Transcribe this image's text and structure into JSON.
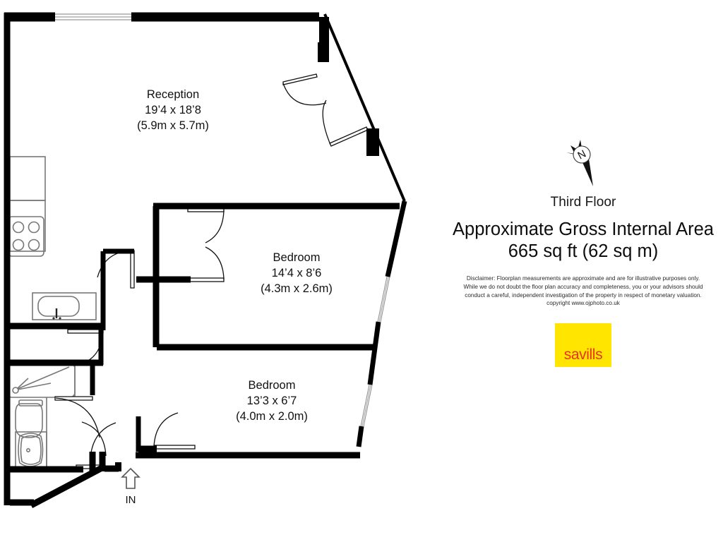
{
  "document": {
    "type": "floor-plan",
    "background_color": "#ffffff",
    "wall_color": "#000000"
  },
  "info_panel": {
    "compass_label": "N",
    "compass_icon": "compass-north-icon",
    "floor_label": "Third Floor",
    "area_title": "Approximate Gross Internal Area",
    "area_value": "665 sq ft (62 sq m)",
    "disclaimer": [
      "Disclaimer: Floorplan measurements are approximate and are for illustrative purposes only.",
      "While we do not doubt the floor plan accuracy and completeness, you or your advisors should",
      "conduct a careful, independent investigation of the property in respect of monetary valuation.",
      "copyright www.ojphoto.co.uk"
    ],
    "logo": {
      "text": "savills",
      "background_color": "#ffe500",
      "text_color": "#e8332a"
    }
  },
  "rooms": [
    {
      "id": "reception",
      "name": "Reception",
      "imperial": "19’4 x 18’8",
      "metric": "(5.9m x 5.7m)"
    },
    {
      "id": "bedroom-1",
      "name": "Bedroom",
      "imperial": "14’4 x 8’6",
      "metric": "(4.3m x 2.6m)"
    },
    {
      "id": "bedroom-2",
      "name": "Bedroom",
      "imperial": "13’3 x 6’7",
      "metric": "(4.0m x 2.0m)"
    }
  ],
  "entrance": {
    "label": "IN",
    "icon": "up-arrow-icon"
  },
  "fixtures": [
    {
      "id": "kitchen-units",
      "name": "kitchen-counter-units"
    },
    {
      "id": "hob",
      "name": "cooker-hob-four-rings"
    },
    {
      "id": "bath",
      "name": "bathtub"
    },
    {
      "id": "shower-tray",
      "name": "shower-tray"
    },
    {
      "id": "wc",
      "name": "toilet"
    },
    {
      "id": "basin",
      "name": "wash-basin"
    }
  ],
  "openings": [
    {
      "id": "window-top",
      "name": "window"
    },
    {
      "id": "french-door-upper",
      "name": "french-door"
    },
    {
      "id": "french-door-lower",
      "name": "french-door"
    },
    {
      "id": "window-right-upper",
      "name": "window"
    },
    {
      "id": "window-right-lower",
      "name": "window"
    },
    {
      "id": "door-reception-bedroom1",
      "name": "door"
    },
    {
      "id": "door-hall-bedroom1",
      "name": "door"
    },
    {
      "id": "door-hall-bedroom2",
      "name": "door"
    },
    {
      "id": "door-kitchen",
      "name": "door"
    },
    {
      "id": "door-bathroom",
      "name": "door"
    },
    {
      "id": "door-entrance",
      "name": "door"
    }
  ]
}
